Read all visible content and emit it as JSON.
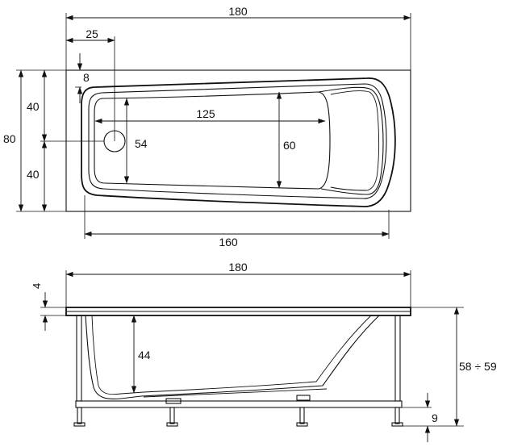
{
  "top_view": {
    "overall_length": "180",
    "drain_offset_x": "25",
    "rim_offset": "8",
    "half_width_upper": "40",
    "half_width_lower": "40",
    "overall_width": "80",
    "drain_distance": "125",
    "inner_width_left": "54",
    "inner_width_right": "60",
    "inner_length": "160"
  },
  "side_view": {
    "overall_length": "180",
    "rim_thickness": "4",
    "depth": "44",
    "height_range": "58 ÷ 59",
    "leg_height": "9"
  }
}
